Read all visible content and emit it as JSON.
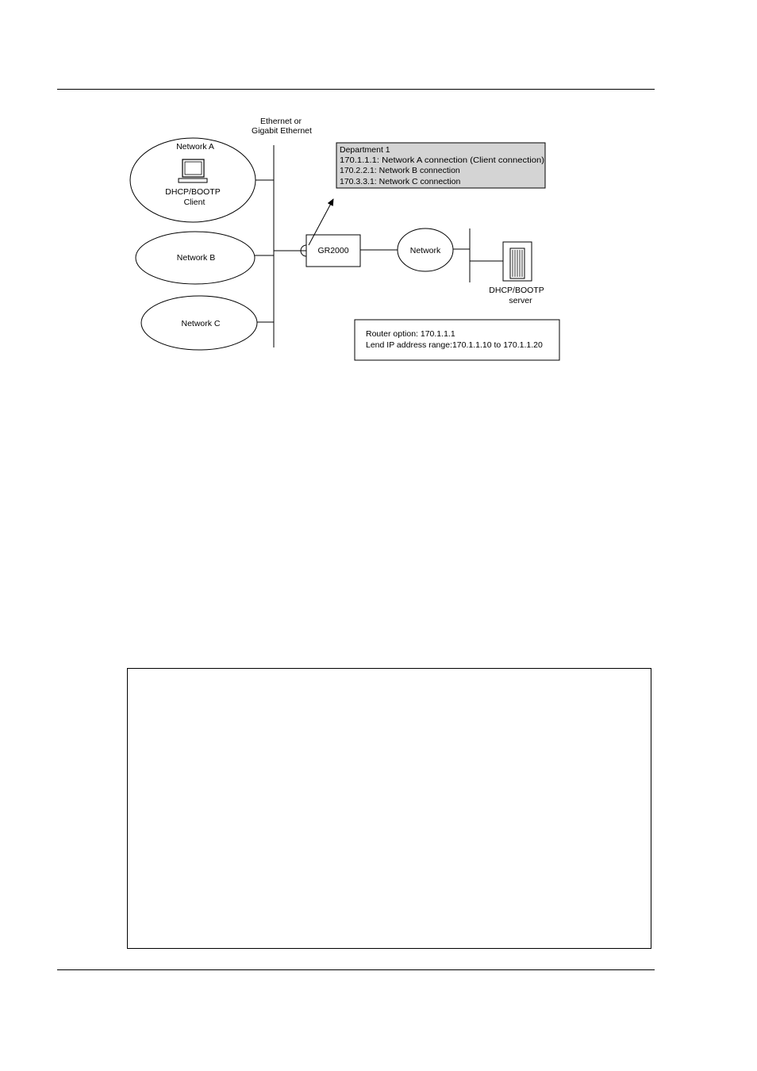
{
  "diagram": {
    "backbone_label": [
      "Ethernet or",
      "Gigabit Ethernet"
    ],
    "network_a": {
      "label": "Network A",
      "client_label": [
        "DHCP/BOOTP",
        "Client"
      ]
    },
    "network_b": {
      "label": "Network B"
    },
    "network_c": {
      "label": "Network C"
    },
    "router": {
      "label": "GR2000"
    },
    "network": {
      "label": "Network"
    },
    "server": {
      "label": [
        "DHCP/BOOTP",
        "server"
      ]
    },
    "department_box": {
      "lines": [
        "Department 1",
        "170.1.1.1: Network A connection (Client connection)",
        "170.2.2.1: Network B connection",
        "170.3.3.1: Network C connection"
      ],
      "fill": "#d4d4d4"
    },
    "server_config_box": {
      "lines": [
        "Router option: 170.1.1.1",
        "Lend IP address range:170.1.1.10 to 170.1.1.20"
      ]
    }
  }
}
